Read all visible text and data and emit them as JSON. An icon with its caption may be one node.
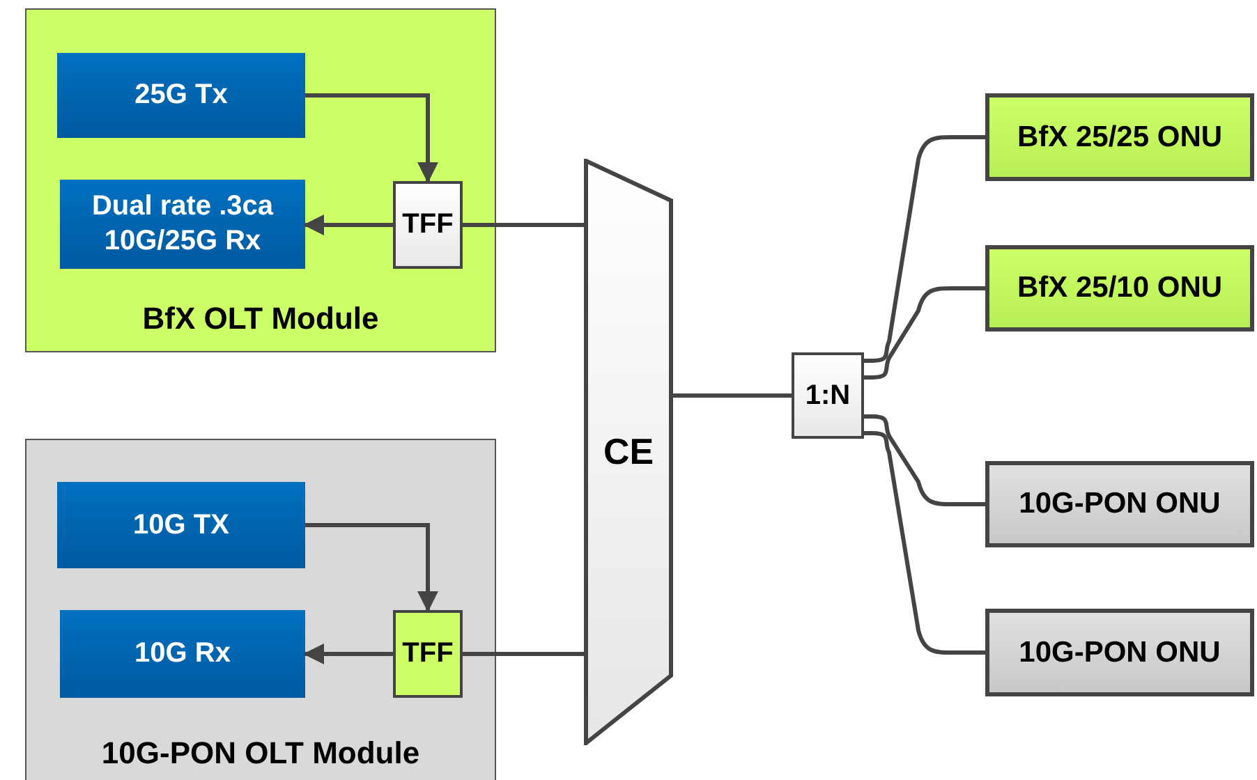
{
  "diagram": {
    "nodes": [
      {
        "text": [
          "BfX OLT Module"
        ]
      },
      {
        "text": [
          "25G Tx"
        ],
        "in": 0
      },
      {
        "text": [
          "Dual rate .3ca 10G/25G Rx"
        ],
        "in": 0
      },
      {
        "text": [
          "TFF"
        ],
        "in": 0
      },
      {
        "text": [
          "10G-PON OLT Module"
        ]
      },
      {
        "text": [
          "10G TX"
        ],
        "in": 4
      },
      {
        "text": [
          "10G Rx"
        ],
        "in": 4
      },
      {
        "text": [
          "TFF"
        ],
        "in": 4
      },
      {
        "text": [
          "CE"
        ]
      },
      {
        "text": [
          "1:N"
        ]
      },
      {
        "text": [
          "BfX 25/25 ONU"
        ]
      },
      {
        "text": [
          "BfX 25/10 ONU"
        ]
      },
      {
        "text": [
          "10G-PON ONU"
        ]
      },
      {
        "text": [
          "10G-PON ONU"
        ]
      }
    ],
    "edges": [
      {
        "from": 1,
        "to": 3,
        "arrow": "to"
      },
      {
        "from": 3,
        "to": 2,
        "arrow": "to"
      },
      {
        "from": 3,
        "to": 8,
        "arrow": "none"
      },
      {
        "from": 5,
        "to": 7,
        "arrow": "to"
      },
      {
        "from": 7,
        "to": 6,
        "arrow": "to"
      },
      {
        "from": 7,
        "to": 8,
        "arrow": "none"
      },
      {
        "from": 8,
        "to": 9,
        "arrow": "none"
      },
      {
        "from": 9,
        "to": 10,
        "arrow": "none"
      },
      {
        "from": 9,
        "to": 11,
        "arrow": "none"
      },
      {
        "from": 9,
        "to": 12,
        "arrow": "none"
      },
      {
        "from": 9,
        "to": 13,
        "arrow": "none"
      }
    ]
  }
}
